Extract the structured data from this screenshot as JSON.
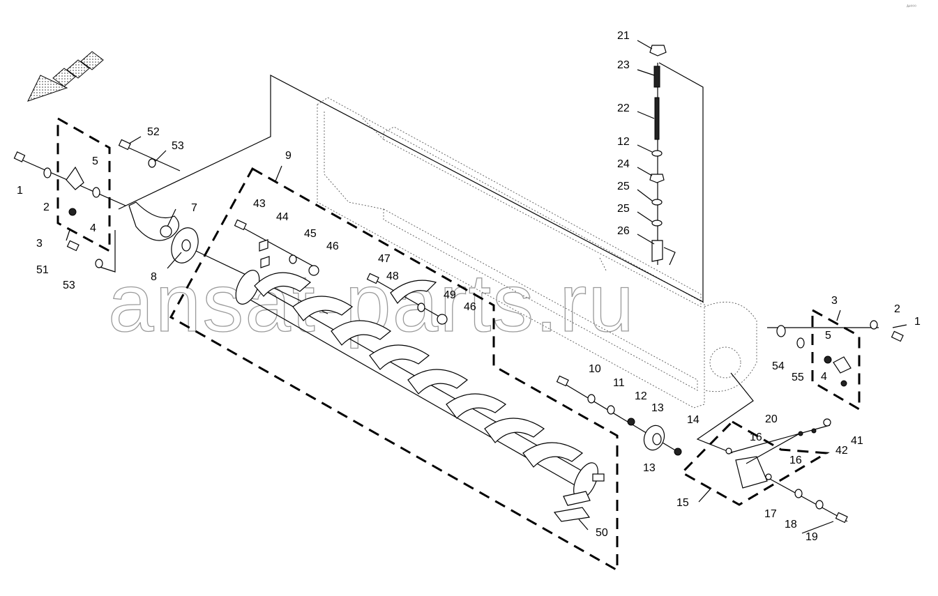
{
  "watermark": "ansat-parts.ru",
  "corner_mark": "ᴬ²⁰⁰⁰",
  "callouts": [
    "1",
    "2",
    "3",
    "4",
    "5",
    "7",
    "8",
    "9",
    "10",
    "11",
    "12",
    "13",
    "14",
    "15",
    "16",
    "17",
    "18",
    "19",
    "20",
    "21",
    "22",
    "23",
    "24",
    "25",
    "26",
    "41",
    "42",
    "43",
    "44",
    "45",
    "46",
    "47",
    "48",
    "49",
    "50",
    "51",
    "52",
    "53",
    "54",
    "55"
  ]
}
